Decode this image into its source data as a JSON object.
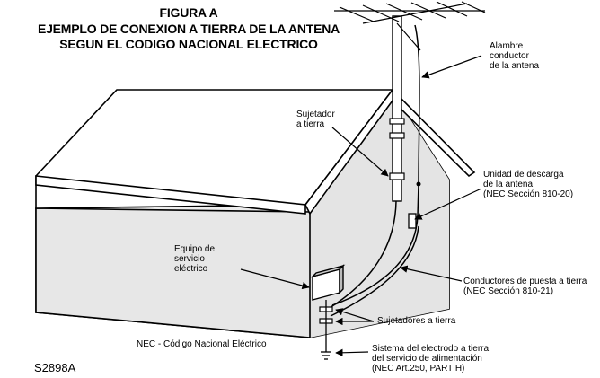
{
  "header": {
    "figure": "FIGURA A",
    "line1": "EJEMPLO DE CONEXION A TIERRA DE LA ANTENA",
    "line2": "SEGUN EL CODIGO NACIONAL ELECTRICO"
  },
  "labels": {
    "lead_in_wire": [
      "Alambre",
      "conductor",
      "de la antena"
    ],
    "ground_clamp": [
      "Sujetador",
      "a tierra"
    ],
    "discharge_unit": [
      "Unidad de descarga",
      "de la antena",
      "(NEC Sección 810-20)"
    ],
    "service_equipment": [
      "Equipo de",
      "servicio",
      "eléctrico"
    ],
    "grounding_conductors": [
      "Conductores de puesta a tierra",
      "(NEC Sección 810-21)"
    ],
    "ground_clamps": "Sujetadores a tierra",
    "nec_note": "NEC - Código Nacional Eléctrico",
    "electrode_system": [
      "Sistema del electrodo a tierra",
      "del servicio de alimentación",
      "(NEC Art.250, PART H)"
    ]
  },
  "figure_ref": "S2898A"
}
